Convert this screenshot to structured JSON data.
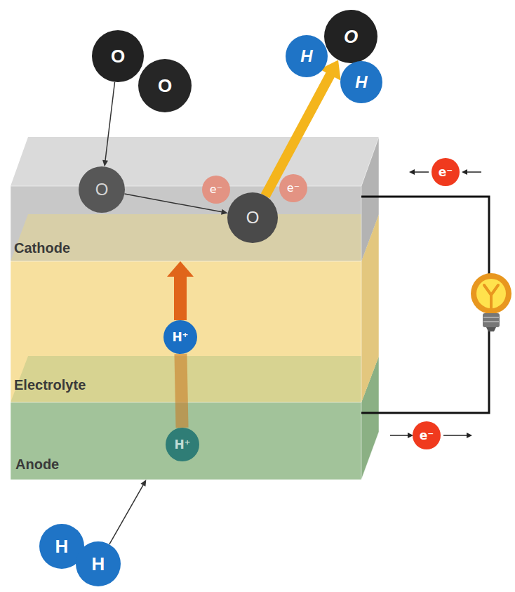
{
  "diagram": {
    "nodes": [
      {
        "text": [
          "O"
        ]
      },
      {
        "text": [
          "O"
        ]
      },
      {
        "text": [
          "H"
        ]
      },
      {
        "text": [
          "O"
        ]
      },
      {
        "text": [
          "H"
        ]
      },
      {
        "text": [
          "e⁻"
        ]
      },
      {
        "text": [
          "Cathode"
        ]
      },
      {
        "text": [
          "O"
        ],
        "in": 6
      },
      {
        "text": [
          "e⁻"
        ],
        "in": 6
      },
      {
        "text": [
          "e⁻"
        ],
        "in": 6
      },
      {
        "text": [
          "O"
        ],
        "in": 6
      },
      {
        "text": [
          "Electrolyte"
        ]
      },
      {
        "text": [
          "H⁺"
        ],
        "in": 11
      },
      {
        "text": [
          "Anode"
        ]
      },
      {
        "text": [
          "H⁺"
        ],
        "in": 13
      },
      {
        "text": [
          "e⁻"
        ]
      },
      {
        "text": [
          "H"
        ]
      },
      {
        "text": [
          "H"
        ]
      }
    ],
    "edges": [
      {
        "from": 0,
        "to": 7,
        "arrow": "to"
      },
      {
        "from": 7,
        "to": 10,
        "arrow": "to"
      },
      {
        "from": 10,
        "to": 3,
        "arrow": "to"
      },
      {
        "from": 14,
        "to": 12,
        "arrow": "none"
      },
      {
        "from": 12,
        "to": 6,
        "arrow": "to"
      },
      {
        "from": 17,
        "to": 13,
        "arrow": "to"
      }
    ]
  }
}
